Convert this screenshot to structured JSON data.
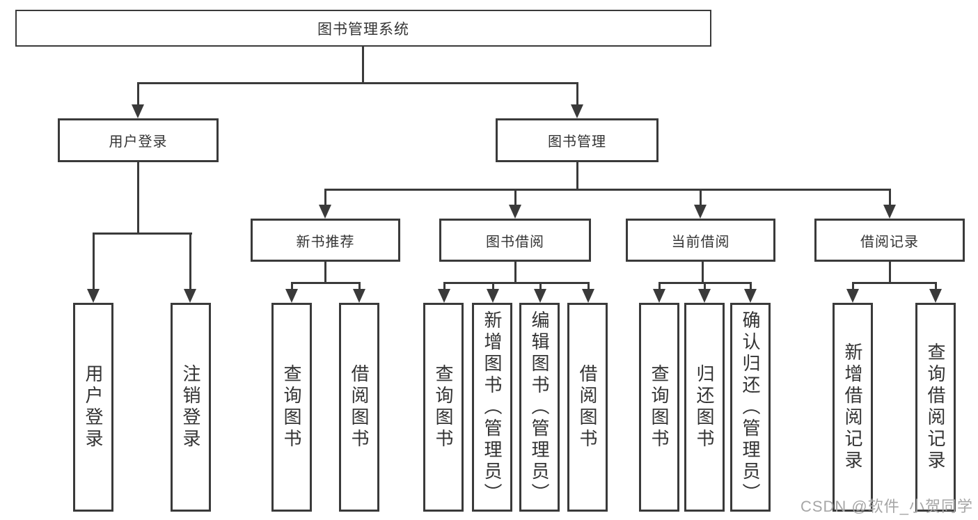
{
  "nodes": {
    "root": "图书管理系统",
    "login": {
      "label": "用户登录",
      "children": [
        "用户登录",
        "注销登录"
      ]
    },
    "management": {
      "label": "图书管理",
      "sections": [
        {
          "label": "新书推荐",
          "children": [
            "查询图书",
            "借阅图书"
          ]
        },
        {
          "label": "图书借阅",
          "children": [
            "查询图书",
            "新增图书（管理员）",
            "编辑图书（管理员）",
            "借阅图书"
          ]
        },
        {
          "label": "当前借阅",
          "children": [
            "查询图书",
            "归还图书",
            "确认归还（管理员）"
          ]
        },
        {
          "label": "借阅记录",
          "children": [
            "新增借阅记录",
            "查询借阅记录"
          ]
        }
      ]
    }
  },
  "watermark": "CSDN @软件_小贺同学",
  "colors": {
    "line": "#3a3a3a",
    "text": "#333333",
    "watermark": "#a6a6a6",
    "background": "#ffffff"
  }
}
